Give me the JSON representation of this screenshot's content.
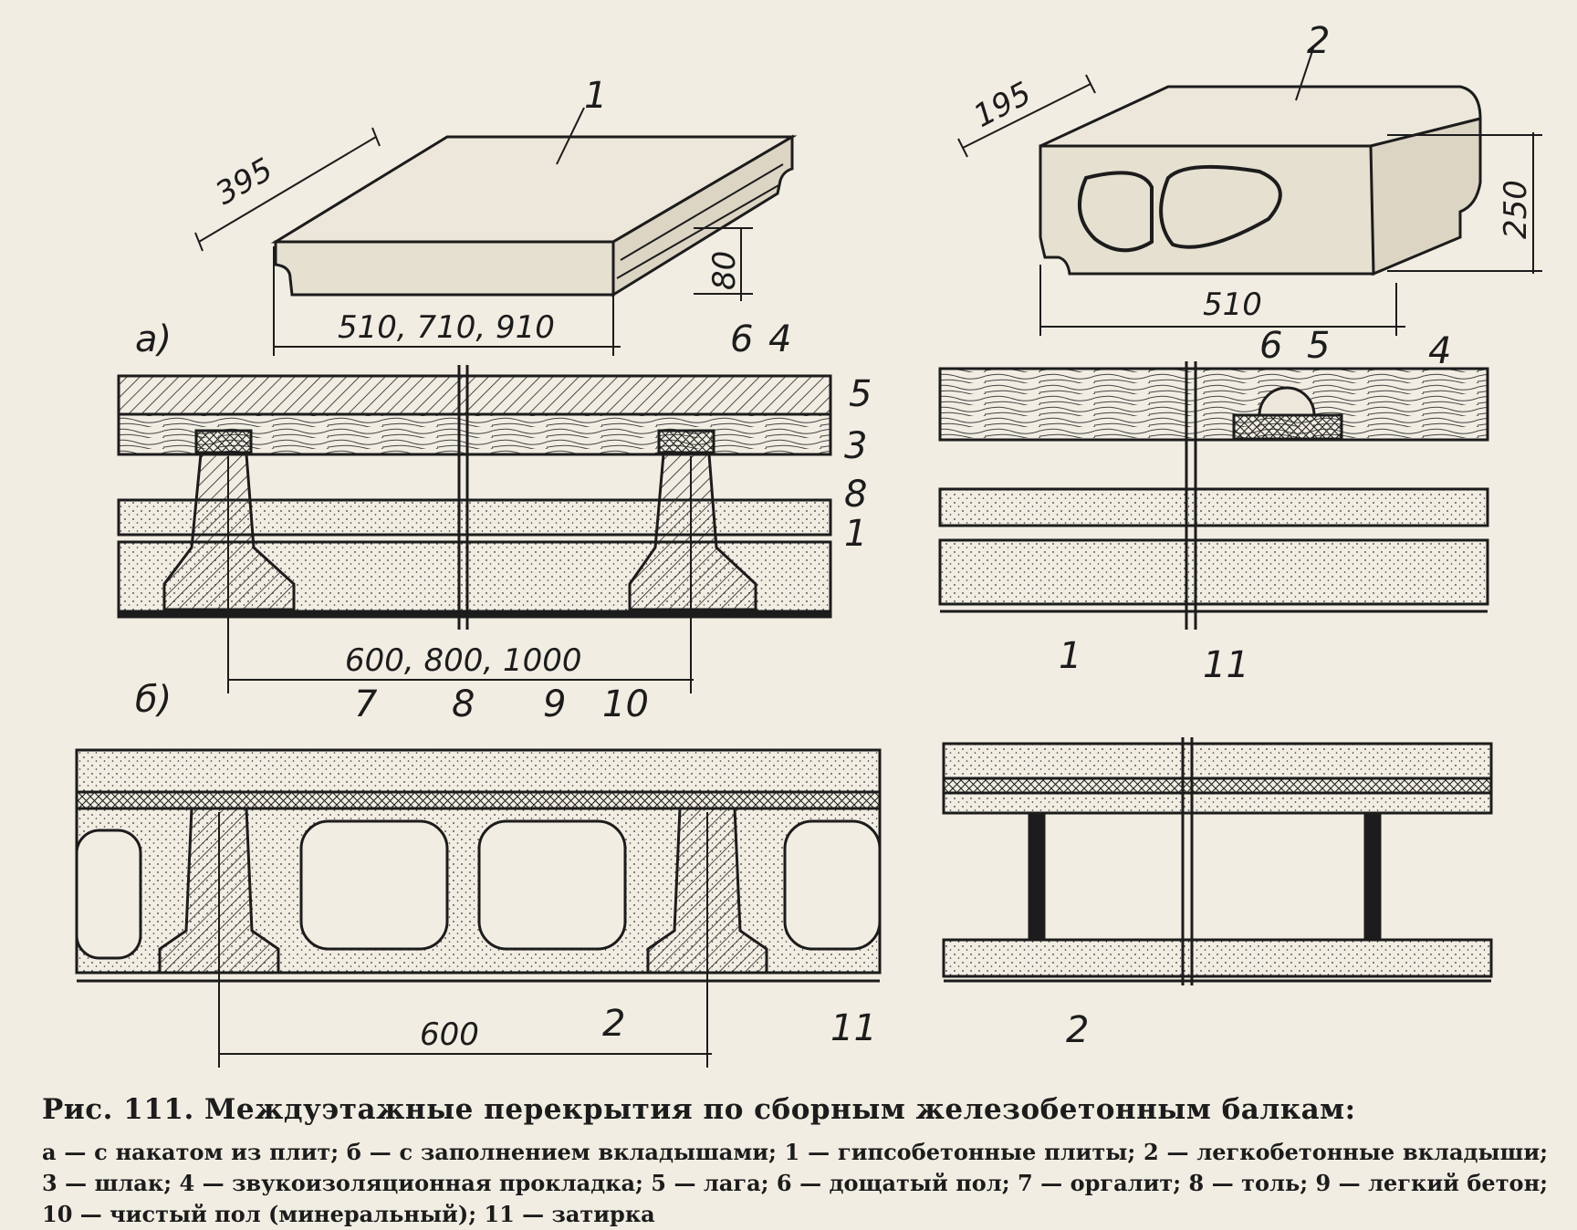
{
  "figure": {
    "caption_title": "Рис. 111. Междуэтажные перекрытия по сборным железобетонным балкам:",
    "caption_legend": "а — с накатом из плит; б — с заполнением вкладышами; 1 — гипсобетонные плиты; 2 — легкобетонные вкладыши; 3 — шлак; 4 — звукоизоляционная прокладка; 5 — лага; 6 — дощатый пол; 7 — оргалит; 8 — толь; 9 — легкий бетон; 10 — чистый пол (минеральный); 11 — затирка"
  },
  "plate": {
    "label": "1",
    "width_dim": "395",
    "length_dim": "510, 710, 910",
    "thickness_dim": "80"
  },
  "block": {
    "label": "2",
    "width_dim": "195",
    "height_dim": "250",
    "length_dim": "510"
  },
  "section_a": {
    "letter": "а)",
    "labels": [
      "6",
      "4",
      "5",
      "3",
      "8",
      "1"
    ],
    "span_dim": "600, 800, 1000",
    "cross_labels": [
      "6",
      "5",
      "4",
      "1",
      "11"
    ]
  },
  "section_b": {
    "letter": "б)",
    "labels": [
      "7",
      "8",
      "9",
      "10",
      "2",
      "11"
    ],
    "span_dim": "600",
    "cross_label": "2"
  }
}
